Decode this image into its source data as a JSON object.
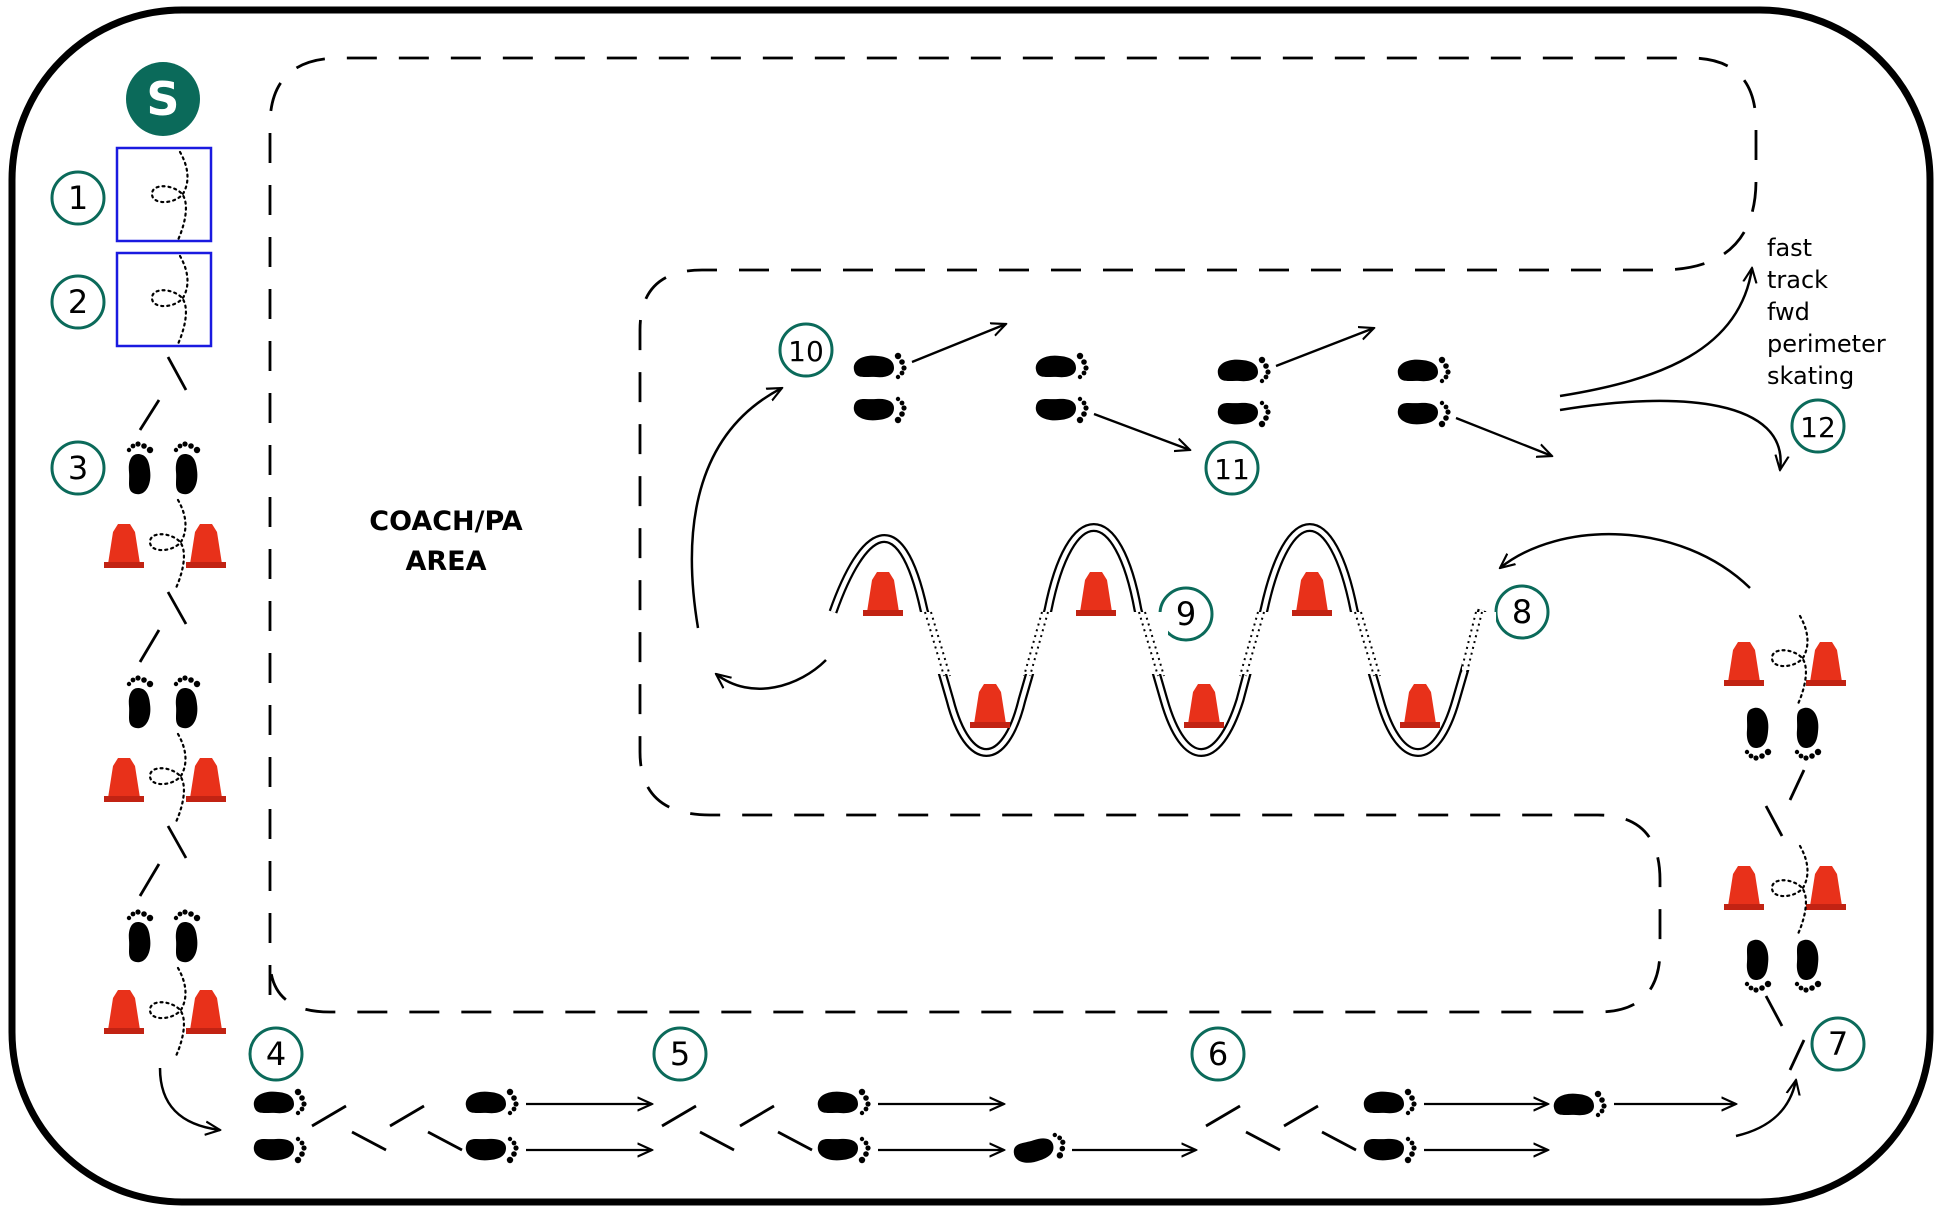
{
  "start_marker": "S",
  "area_label": {
    "line1": "COACH/PA",
    "line2": "AREA"
  },
  "side_note": [
    "fast",
    "track",
    "fwd",
    "perimeter",
    "skating"
  ],
  "stations": [
    "1",
    "2",
    "3",
    "4",
    "5",
    "6",
    "7",
    "8",
    "9",
    "10",
    "11",
    "12"
  ],
  "colors": {
    "accent": "#0b6a5a",
    "cone": "#e8311a",
    "box": "#1a1ae0",
    "ink": "#000000"
  },
  "icons": {
    "cone": "cone-icon",
    "footprint": "footprint-icon",
    "pivot_loop": "pivot-loop-icon"
  }
}
